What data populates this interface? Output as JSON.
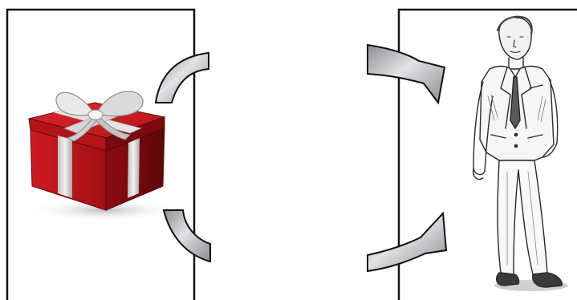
{
  "diagram": {
    "panels": [
      {
        "id": "left-panel",
        "content": "gift-box-illustration"
      },
      {
        "id": "right-panel",
        "content": "man-in-suit-sketch"
      }
    ],
    "arrows": [
      {
        "id": "arrow-top-left",
        "shape": "curved-arc"
      },
      {
        "id": "arrow-bottom-left",
        "shape": "curved-arc"
      },
      {
        "id": "arrow-top-right",
        "shape": "arrowhead-pointing-right"
      },
      {
        "id": "arrow-bottom-right",
        "shape": "arrowhead-pointing-up-right"
      }
    ],
    "colors": {
      "gift_red": "#c0141b",
      "gift_dark_red": "#7d0b0e",
      "ribbon_silver": "#d8d8d8",
      "arrow_gray": "#a9a9ad",
      "outline": "#111111"
    }
  }
}
